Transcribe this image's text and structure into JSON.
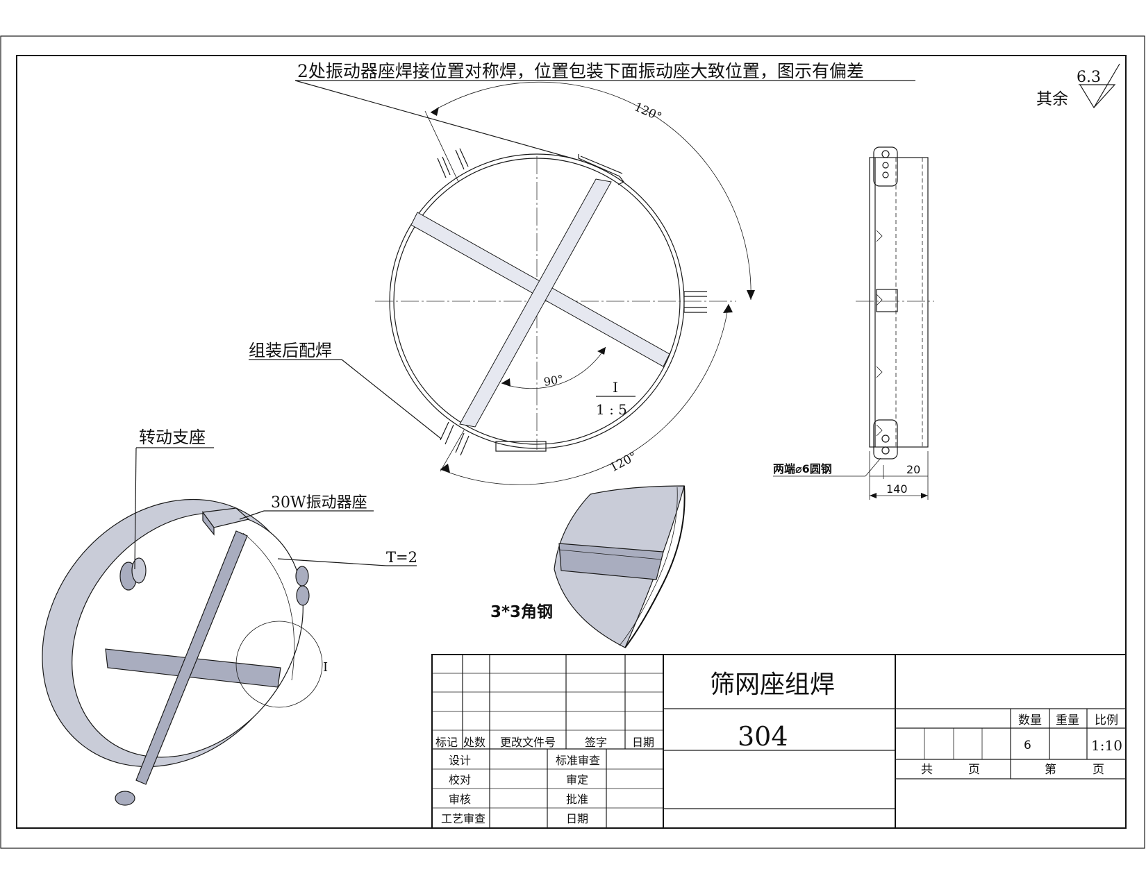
{
  "drawing": {
    "top_note": "2处振动器座焊接位置对称焊，位置包装下面振动座大致位置，图示有偏差",
    "surface_finish": {
      "value": "6.3",
      "label": "其余"
    },
    "angles": {
      "upper": "120°",
      "lower": "120°",
      "inner": "90°"
    },
    "detail": {
      "id": "I",
      "scale": "1 : 5",
      "callout": "I"
    },
    "labels": {
      "weld_after_assembly": "组装后配焊",
      "rotating_support": "转动支座",
      "vibrator_seat": "30W振动器座",
      "thickness": "T=2",
      "angle_steel": "3*3角钢",
      "round_steel": "两端⌀6圆钢"
    },
    "dimensions": {
      "inner": "20",
      "overall": "140"
    }
  },
  "title_block": {
    "name": "筛网座组焊",
    "material": "304",
    "revision_headers": [
      "标记",
      "处数",
      "更改文件号",
      "签字",
      "日期"
    ],
    "rows_left": [
      "设计",
      "校对",
      "审核",
      "工艺审查"
    ],
    "rows_mid": [
      "标准审查",
      "审定",
      "批准",
      "日期"
    ],
    "quantity_label": "数量",
    "weight_label": "重量",
    "scale_label": "比例",
    "quantity": "6",
    "weight": "",
    "scale": "1:10",
    "total_label": "共",
    "page_unit": "页",
    "sheet_label": "第",
    "sheet_unit": "页"
  }
}
